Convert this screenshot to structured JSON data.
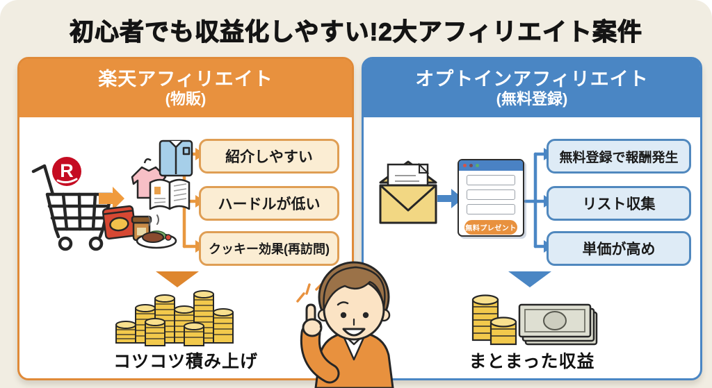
{
  "title": "初心者でも収益化しやすい!2大アフィリエイト案件",
  "left": {
    "header_line1": "楽天アフィリエイト",
    "header_line2": "(物販)",
    "rakuten_logo_letter": "R",
    "features": [
      "紹介しやすい",
      "ハードルが低い",
      "クッキー効果(再訪問)"
    ],
    "caption": "コツコツ積み上げ"
  },
  "right": {
    "header_line1": "オプトインアフィリエイト",
    "header_line2": "(無料登録)",
    "form_button_label": "無料プレゼント",
    "features": [
      "無料登録で報酬発生",
      "リスト収集",
      "単価が高め"
    ],
    "caption": "まとまった収益"
  },
  "colors": {
    "background": "#F1EDE2",
    "left_accent": "#E8913E",
    "left_box_fill": "#FBEDD3",
    "left_box_border": "#DF9E54",
    "right_accent": "#4A86C4",
    "right_box_fill": "#DEEBF6",
    "right_box_border": "#5088BE",
    "rakuten_red": "#C50C22",
    "coin_gold": "#F2C94C"
  }
}
